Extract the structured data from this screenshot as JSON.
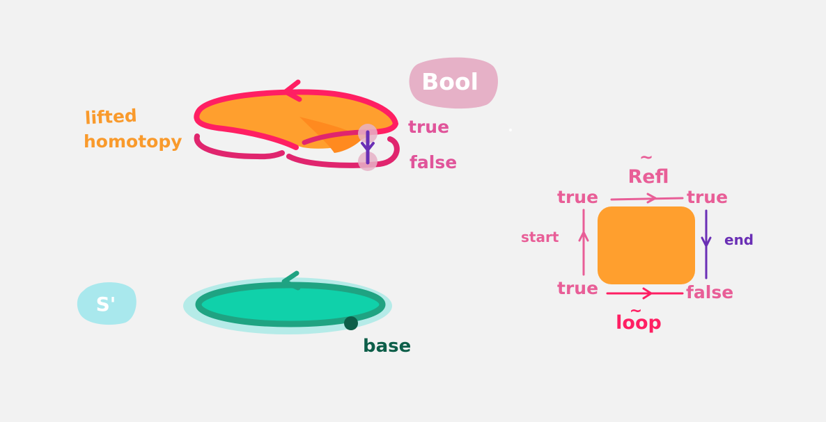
{
  "colors": {
    "background": "#f2f2f2",
    "orange": "#ff9f2e",
    "orange_label": "#f99a2c",
    "crimson": "#ff1f63",
    "magenta": "#e0256e",
    "pink": "#e85e97",
    "pink_label": "#e0549a",
    "purple": "#6a2fb5",
    "teal": "#10d1aa",
    "teal_dark": "#1fa382",
    "teal_halo": "#b5ebe8",
    "dark_green": "#0d5e49",
    "bool_blob": "#e6b1c7",
    "s1_blob": "#a9e8ed",
    "white": "#ffffff"
  },
  "labels": {
    "bool": "Bool",
    "lifted_line1": "lifted",
    "lifted_line2": "homotopy",
    "true": "true",
    "false": "false",
    "s1": "S'",
    "base": "base",
    "refl": "Refl",
    "refl_tilde": "~",
    "loop": "loop",
    "loop_tilde": "~",
    "start": "start",
    "end": "end",
    "square_tl": "true",
    "square_tr": "true",
    "square_bl": "true",
    "square_br": "false"
  }
}
